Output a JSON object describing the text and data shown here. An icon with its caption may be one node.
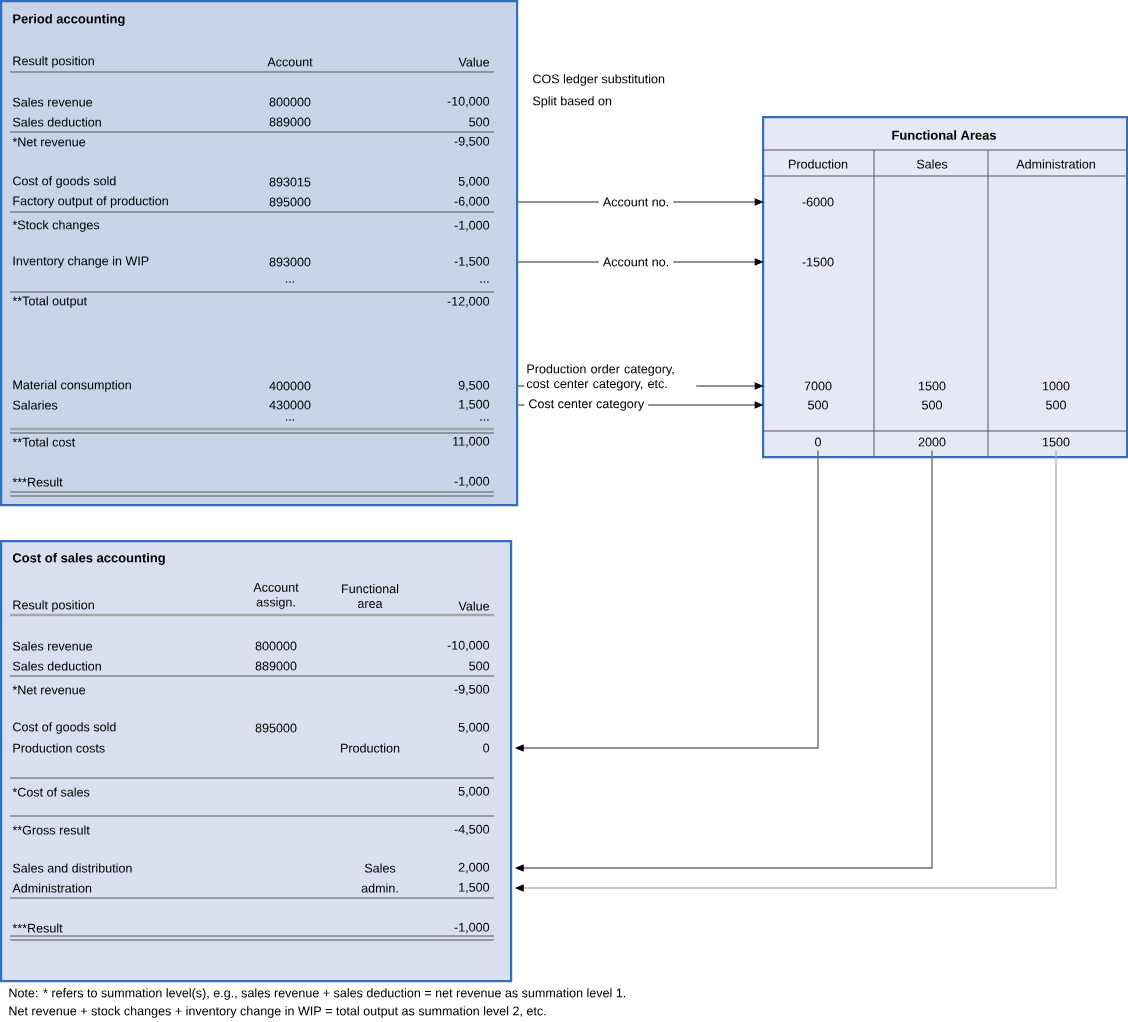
{
  "diagram": {
    "nodes": [
      {
        "text": [
          "Period accounting"
        ]
      },
      {
        "text": [
          "Factory output of production",
          "895000",
          "-6,000"
        ],
        "in": 0
      },
      {
        "text": [
          "Inventory change in WIP",
          "893000",
          "-1,500"
        ],
        "in": 0
      },
      {
        "text": [
          "Material consumption",
          "400000",
          "9,500"
        ],
        "in": 0
      },
      {
        "text": [
          "Salaries",
          "430000",
          "1,500"
        ],
        "in": 0
      },
      {
        "text": [
          "Functional Areas"
        ]
      },
      {
        "text": [
          "-6000"
        ],
        "in": 5
      },
      {
        "text": [
          "-1500"
        ],
        "in": 5
      },
      {
        "text": [
          "7000"
        ],
        "in": 5
      },
      {
        "text": [
          "500"
        ],
        "in": 5
      },
      {
        "text": [
          "0"
        ],
        "in": 5
      },
      {
        "text": [
          "2000"
        ],
        "in": 5
      },
      {
        "text": [
          "1500"
        ],
        "in": 5
      },
      {
        "text": [
          "Cost of sales accounting"
        ]
      },
      {
        "text": [
          "Production costs",
          "Production",
          "0"
        ],
        "in": 13
      },
      {
        "text": [
          "Sales and distribution",
          "Sales",
          "2,000"
        ],
        "in": 13
      },
      {
        "text": [
          "Administration",
          "admin.",
          "1,500"
        ],
        "in": 13
      }
    ],
    "edges": [
      {
        "from": 1,
        "to": 6,
        "arrow": "to",
        "label": "Account no."
      },
      {
        "from": 2,
        "to": 7,
        "arrow": "to",
        "label": "Account no."
      },
      {
        "from": 3,
        "to": 8,
        "arrow": "to",
        "label": "Production order category, cost center category, etc."
      },
      {
        "from": 4,
        "to": 9,
        "arrow": "to",
        "label": "Cost center category"
      },
      {
        "from": 10,
        "to": 14,
        "arrow": "to"
      },
      {
        "from": 11,
        "to": 15,
        "arrow": "to"
      },
      {
        "from": 12,
        "to": 16,
        "arrow": "to",
        "color": "#b4b4b4"
      }
    ],
    "labels": [
      "Result position",
      "Account",
      "Value",
      "Sales revenue",
      "800000",
      "-10,000",
      "Sales deduction",
      "889000",
      "500",
      "*Net revenue",
      "-9,500",
      "Cost of goods sold",
      "893015",
      "5,000",
      "*Stock changes",
      "-1,000",
      "...",
      "...",
      "**Total output",
      "-12,000",
      "...",
      "...",
      "**Total cost",
      "11,000",
      "***Result",
      "-1,000",
      "COS ledger substitution",
      "Split based on",
      "Production",
      "Sales",
      "Administration",
      "1500",
      "1000",
      "500",
      "500",
      "Result position",
      "Account assign.",
      "Functional area",
      "Value",
      "Sales revenue",
      "800000",
      "-10,000",
      "Sales deduction",
      "889000",
      "500",
      "*Net revenue",
      "-9,500",
      "Cost of goods sold",
      "895000",
      "5,000",
      "*Cost of sales",
      "5,000",
      "**Gross result",
      "-4,500",
      "***Result",
      "-1,000",
      "Note: * refers to summation level(s), e.g., sales revenue + sales deduction = net revenue as summation level 1.",
      "Net revenue + stock changes + inventory change in WIP = total output as summation level 2, etc."
    ]
  }
}
